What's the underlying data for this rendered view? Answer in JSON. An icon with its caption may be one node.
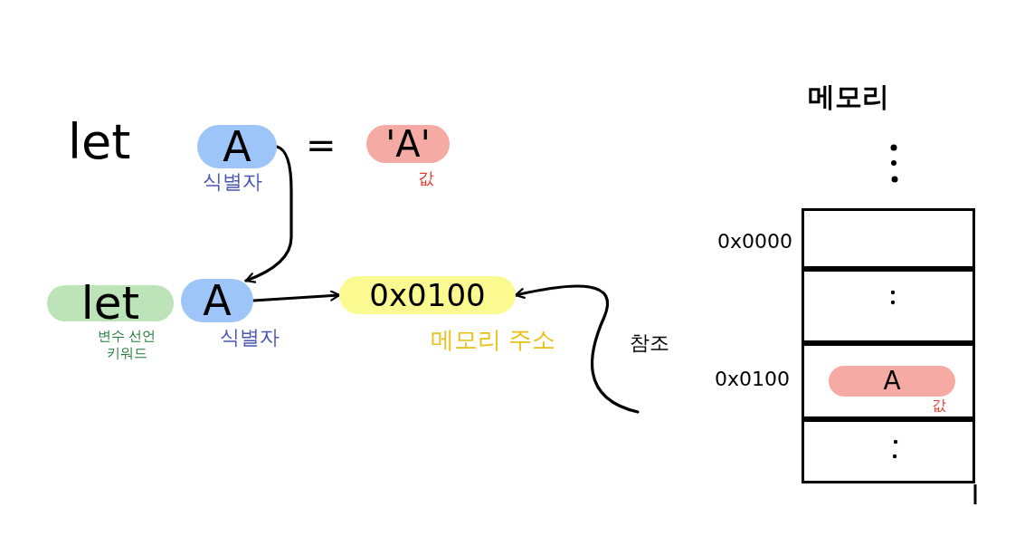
{
  "diagram": {
    "nodes": [
      {
        "text": [
          "A"
        ],
        "beside": [
          "식별자"
        ]
      },
      {
        "text": [
          "'A'"
        ],
        "beside": [
          "값"
        ]
      },
      {
        "text": [
          "let"
        ],
        "beside": [
          "변수 선언 키워드"
        ]
      },
      {
        "text": [
          "A"
        ],
        "beside": [
          "식별자"
        ]
      },
      {
        "text": [
          "0x0100"
        ],
        "beside": [
          "메모리 주소"
        ]
      },
      {
        "text": [],
        "shape": "box",
        "beside": [
          "0x0000"
        ]
      },
      {
        "text": [],
        "shape": "box"
      },
      {
        "text": [],
        "shape": "box",
        "beside": [
          "0x0100"
        ]
      },
      {
        "text": [],
        "shape": "box"
      },
      {
        "text": [
          "A"
        ],
        "in": 7,
        "beside": [
          "값"
        ]
      }
    ],
    "edges": [
      {
        "from": 0,
        "to": 3,
        "arrow": "to"
      },
      {
        "from": 3,
        "to": 4,
        "arrow": "to"
      },
      {
        "from": null,
        "to": 4,
        "arrow": "to",
        "label": "참조"
      }
    ],
    "labels": [
      "let",
      "=",
      "메모리"
    ]
  }
}
